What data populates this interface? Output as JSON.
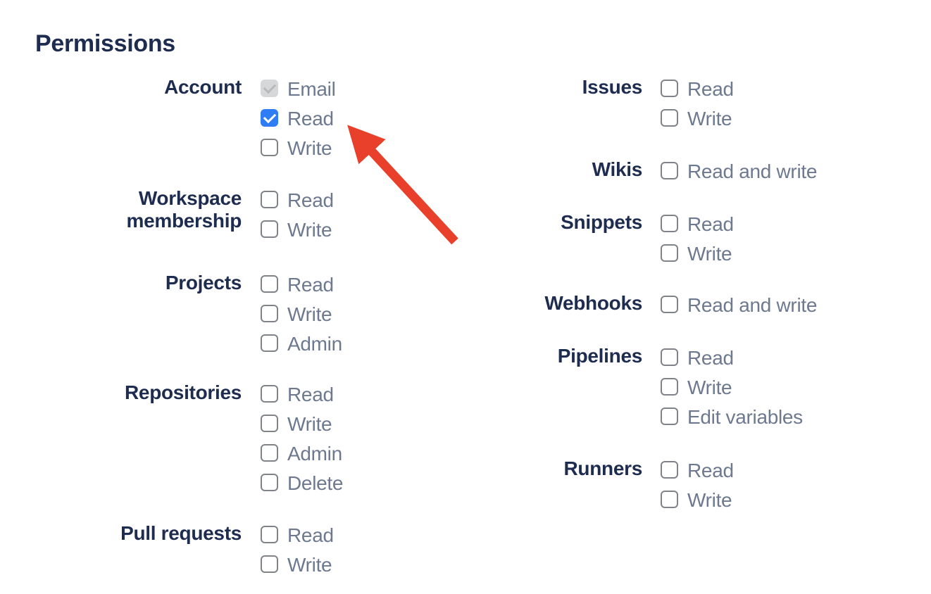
{
  "heading": "Permissions",
  "colors": {
    "heading_text": "#1e2c50",
    "group_label_text": "#1e2c50",
    "option_label_text": "#6d798f",
    "checkbox_border": "#7f8389",
    "checkbox_checked_bg": "#2e7cf6",
    "checkbox_checked_tick": "#ffffff",
    "checkbox_disabled_bg": "#d5d7d9",
    "checkbox_disabled_tick": "#b7babd"
  },
  "columns": [
    {
      "groups": [
        {
          "label": "Account",
          "options": [
            {
              "label": "Email",
              "state": "checked-disabled"
            },
            {
              "label": "Read",
              "state": "checked"
            },
            {
              "label": "Write",
              "state": "unchecked"
            }
          ]
        },
        {
          "label": "Workspace membership",
          "options": [
            {
              "label": "Read",
              "state": "unchecked"
            },
            {
              "label": "Write",
              "state": "unchecked"
            }
          ]
        },
        {
          "label": "Projects",
          "options": [
            {
              "label": "Read",
              "state": "unchecked"
            },
            {
              "label": "Write",
              "state": "unchecked"
            },
            {
              "label": "Admin",
              "state": "unchecked"
            }
          ]
        },
        {
          "label": "Repositories",
          "options": [
            {
              "label": "Read",
              "state": "unchecked"
            },
            {
              "label": "Write",
              "state": "unchecked"
            },
            {
              "label": "Admin",
              "state": "unchecked"
            },
            {
              "label": "Delete",
              "state": "unchecked"
            }
          ]
        },
        {
          "label": "Pull requests",
          "options": [
            {
              "label": "Read",
              "state": "unchecked"
            },
            {
              "label": "Write",
              "state": "unchecked"
            }
          ]
        }
      ]
    },
    {
      "groups": [
        {
          "label": "Issues",
          "options": [
            {
              "label": "Read",
              "state": "unchecked"
            },
            {
              "label": "Write",
              "state": "unchecked"
            }
          ]
        },
        {
          "label": "Wikis",
          "options": [
            {
              "label": "Read and write",
              "state": "unchecked"
            }
          ]
        },
        {
          "label": "Snippets",
          "options": [
            {
              "label": "Read",
              "state": "unchecked"
            },
            {
              "label": "Write",
              "state": "unchecked"
            }
          ]
        },
        {
          "label": "Webhooks",
          "options": [
            {
              "label": "Read and write",
              "state": "unchecked"
            }
          ]
        },
        {
          "label": "Pipelines",
          "options": [
            {
              "label": "Read",
              "state": "unchecked"
            },
            {
              "label": "Write",
              "state": "unchecked"
            },
            {
              "label": "Edit variables",
              "state": "unchecked"
            }
          ]
        },
        {
          "label": "Runners",
          "options": [
            {
              "label": "Read",
              "state": "unchecked"
            },
            {
              "label": "Write",
              "state": "unchecked"
            }
          ]
        }
      ]
    }
  ],
  "annotation": {
    "type": "arrow",
    "points_at": "account-read-checkbox",
    "color": "#e8402a"
  }
}
